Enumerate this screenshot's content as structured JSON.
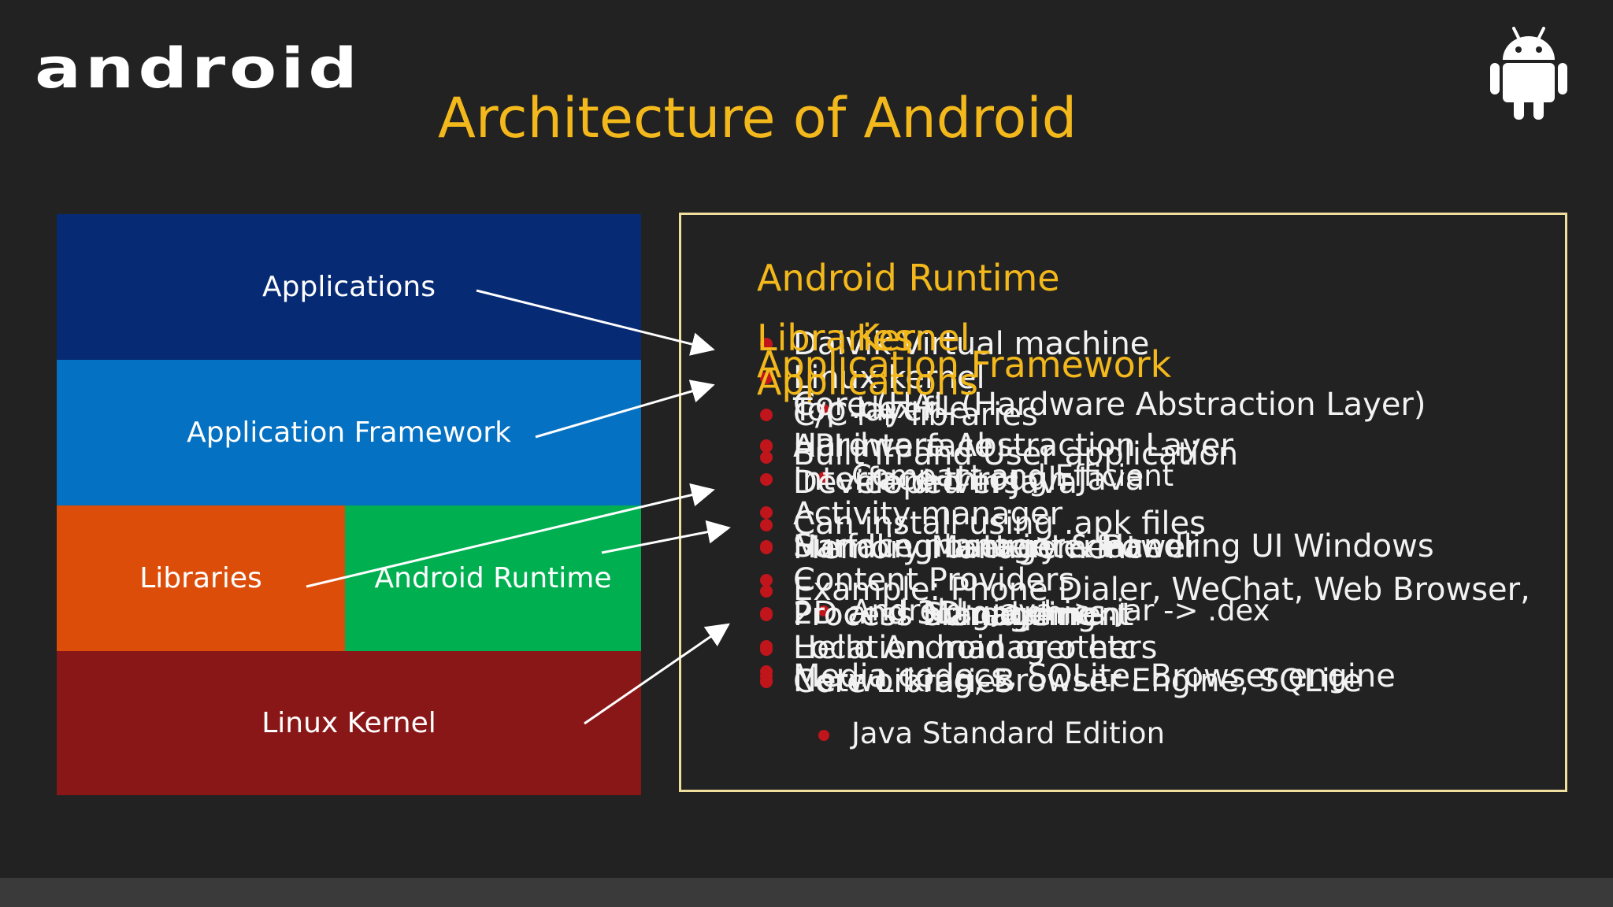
{
  "logo": "android",
  "title": "Architecture of Android",
  "stack": {
    "applications": "Applications",
    "framework": "Application Framework",
    "libraries": "Libraries",
    "runtime": "Android Runtime",
    "kernel": "Linux Kernel"
  },
  "panel": {
    "runtime": {
      "heading": "Android Runtime",
      "items": [
        "Dalvik Virtual machine",
        ".dex file",
        "Compact and Efficient",
        "Android: .java -> .jar -> .dex",
        "Core Libraries"
      ],
      "sub": "Java Standard Edition"
    },
    "libraries": {
      "heading": "Libraries",
      "items": [
        "C/C++ libraries",
        "Interface through Java",
        "Surface manager – Handling UI Windows",
        "2D and 3D graphics",
        "Media codecs, SQLite, Browser engine"
      ]
    },
    "kernel": {
      "heading": "Kernel",
      "items": [
        "Linux kernel",
        "Hardware Abstraction Layer",
        "Memory Management",
        "Process Management",
        "Networking"
      ]
    },
    "framework": {
      "heading": "Application Framework",
      "items": [
        "Core (HAL (Hardware Abstraction Layer)",
        "API interface",
        "Device drivers",
        "Activity manager",
        "Handling user interface",
        "Content Providers",
        "Process management",
        "Location manager etc",
        "Networking, Browser Engine, SQLite"
      ]
    },
    "applications": {
      "heading": "Applications",
      "items": [
        "Top layer",
        "Built in and User application",
        "Developed in Java",
        "Can install using .apk files",
        "Handling battery & Power",
        "Example: Phone Dialer, WeChat, Web Browser,",
        "Process Scheduling",
        "Hello Android or others"
      ]
    }
  },
  "colors": {
    "accent": "#f3b81b",
    "bullet": "#c0151b",
    "applications": "#062a74",
    "framework": "#0571c2",
    "libraries": "#dc4d0a",
    "runtime": "#00b050",
    "kernel": "#8a1717"
  },
  "icons": [
    "android-robot-icon"
  ]
}
